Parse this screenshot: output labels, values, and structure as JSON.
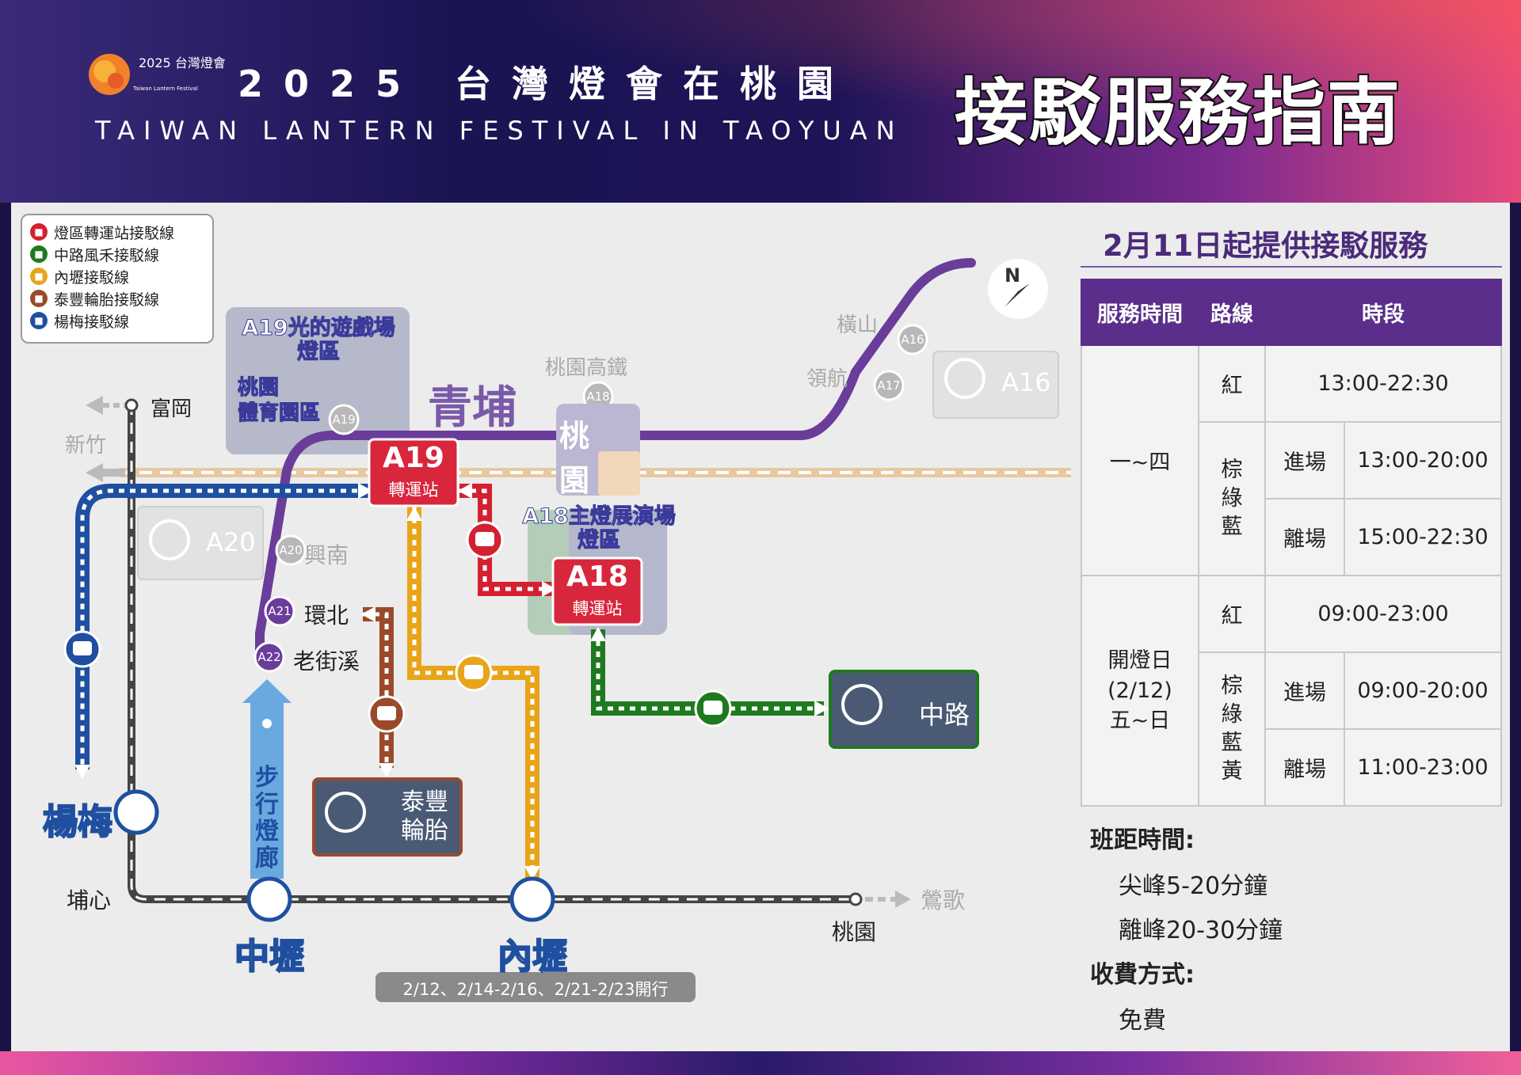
{
  "header": {
    "logo_year": "2025",
    "logo_text": "台灣燈會",
    "logo_sub": "Taiwan Lantern Festival",
    "title": "2025 台灣燈會在桃園",
    "subtitle": "TAIWAN LANTERN FESTIVAL IN TAOYUAN",
    "main_title": "接駁服務指南"
  },
  "legend": [
    {
      "label": "燈區轉運站接駁線",
      "color": "#d42030"
    },
    {
      "label": "中路風禾接駁線",
      "color": "#1e7a1e"
    },
    {
      "label": "內壢接駁線",
      "color": "#e8a51a"
    },
    {
      "label": "泰豐輪胎接駁線",
      "color": "#9a4a2a"
    },
    {
      "label": "楊梅接駁線",
      "color": "#1f4fa0"
    }
  ],
  "map": {
    "compass": "N",
    "area_a19": "A19光的遊戲場\n燈區",
    "area_a18": "A18主燈展演場\n燈區",
    "hub_a19": {
      "code": "A19",
      "label": "轉運站"
    },
    "hub_a18": {
      "code": "A18",
      "label": "轉運站"
    },
    "stations": {
      "a16": "A16",
      "a17": "A17",
      "a18": "A18",
      "a19": "A19",
      "a20": "A20",
      "a21": "A21",
      "a22": "A22"
    },
    "labels": {
      "hengshan": "橫山",
      "linghang": "領航",
      "hsr": "桃園高鐵",
      "qingpu": "青埔",
      "taoyuan_hsr_1": "桃",
      "taoyuan_hsr_2": "園",
      "taoyuan_sports": "桃園\n體育園區",
      "xingnan": "興南",
      "huanbei": "環北",
      "laojiexi": "老街溪",
      "fugang": "富岡",
      "hsinchu": "新竹",
      "yangmei": "楊梅",
      "puxin": "埔心",
      "zhongli": "中壢",
      "neili": "內壢",
      "taoyuan": "桃園",
      "yingge": "鶯歌",
      "walk_corridor": "步行燈廊",
      "neili_dates": "2/12、2/14-2/16、2/21-2/23開行"
    },
    "parking": {
      "a16": "A16",
      "a20": "A20",
      "zhonglu": "中路",
      "taifeng": "泰豐\n輪胎"
    }
  },
  "schedule": {
    "title": "2月11日起提供接駁服務",
    "headers": [
      "服務時間",
      "路線",
      "時段"
    ],
    "block1": {
      "days": "一~四",
      "red": {
        "route": "紅",
        "time": "13:00-22:30"
      },
      "multi_route": "棕\n綠\n藍",
      "in": {
        "label": "進場",
        "time": "13:00-20:00"
      },
      "out": {
        "label": "離場",
        "time": "15:00-22:30"
      }
    },
    "block2": {
      "days": "開燈日\n(2/12)\n五~日",
      "red": {
        "route": "紅",
        "time": "09:00-23:00"
      },
      "multi_route": "棕\n綠\n藍\n黃",
      "in": {
        "label": "進場",
        "time": "09:00-20:00"
      },
      "out": {
        "label": "離場",
        "time": "11:00-23:00"
      }
    },
    "interval_label": "班距時間:",
    "peak": "尖峰5-20分鐘",
    "offpeak": "離峰20-30分鐘",
    "fee_label": "收費方式:",
    "fee": "免費"
  }
}
